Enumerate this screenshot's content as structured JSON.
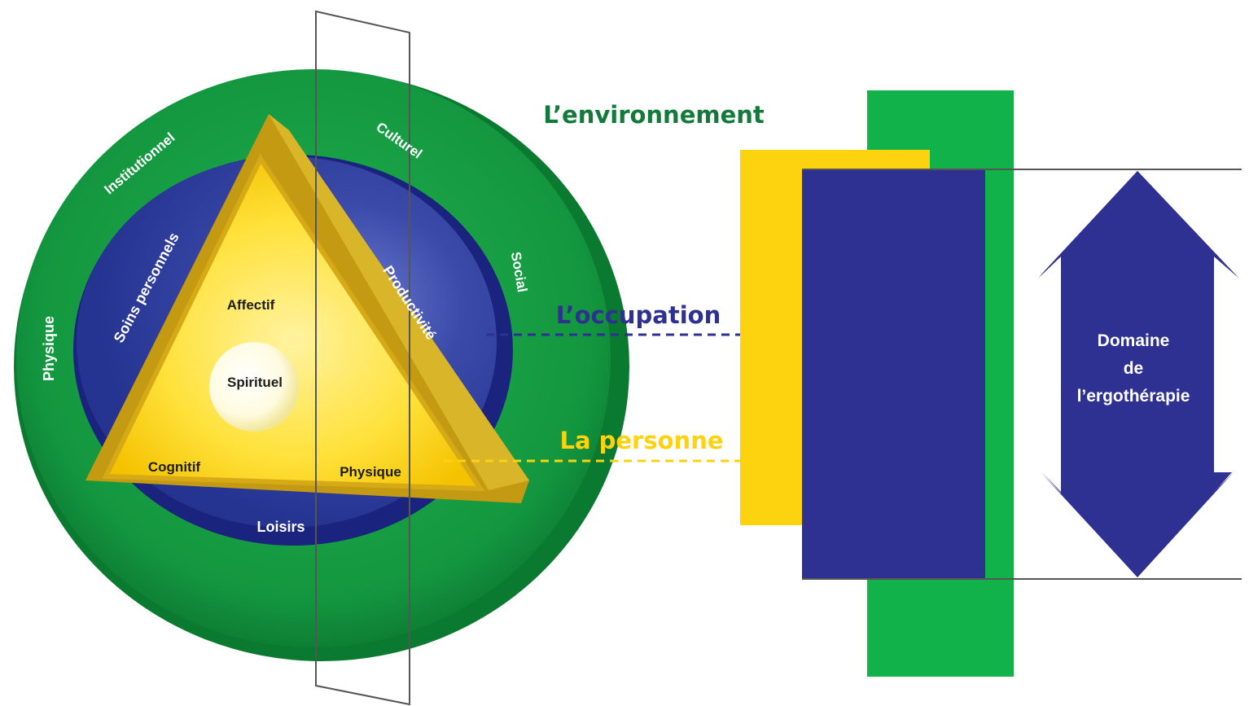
{
  "diagram": {
    "titles": {
      "environment": "L’environnement",
      "occupation": "L’occupation",
      "person": "La personne"
    },
    "environment_labels": {
      "physical": "Physique",
      "institutional": "Institutionnel",
      "cultural": "Culturel",
      "social": "Social"
    },
    "occupation_labels": {
      "self_care": "Soins personnels",
      "productivity": "Productivité",
      "leisure": "Loisirs"
    },
    "person_labels": {
      "affective": "Affectif",
      "spiritual": "Spirituel",
      "cognitive": "Cognitif",
      "physical": "Physique"
    },
    "domain_label": {
      "line1": "Domaine",
      "line2": "de",
      "line3": "l’ergothérapie"
    },
    "colors": {
      "environment": "#1aa64a",
      "occupation": "#2e3192",
      "person": "#fdd20e",
      "environment_text": "#137a3a"
    }
  }
}
